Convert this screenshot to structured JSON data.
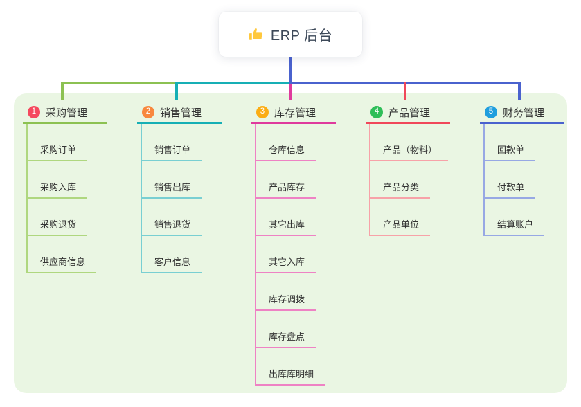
{
  "root": {
    "label": "ERP 后台",
    "icon": "thumbs-up-icon",
    "icon_color": "#ffc83d",
    "connector_color": "#4a62ce",
    "text_color": "#3c4858"
  },
  "panel_color": "#eaf6e3",
  "branches": [
    {
      "badge": "1",
      "title": "采购管理",
      "badge_color": "#f5495e",
      "line_color": "#8cc152",
      "light_color": "#afd77f",
      "children": [
        "采购订单",
        "采购入库",
        "采购退货",
        "供应商信息"
      ]
    },
    {
      "badge": "2",
      "title": "销售管理",
      "badge_color": "#f8883e",
      "line_color": "#16afb5",
      "light_color": "#79cfd2",
      "children": [
        "销售订单",
        "销售出库",
        "销售退货",
        "客户信息"
      ]
    },
    {
      "badge": "3",
      "title": "库存管理",
      "badge_color": "#fbad14",
      "line_color": "#df3a9d",
      "light_color": "#ee82c4",
      "children": [
        "仓库信息",
        "产品库存",
        "其它出库",
        "其它入库",
        "库存调拨",
        "库存盘点",
        "出库库明细"
      ]
    },
    {
      "badge": "4",
      "title": "产品管理",
      "badge_color": "#2ebe58",
      "line_color": "#f0485a",
      "light_color": "#f7a2a8",
      "children": [
        "产品（物料）",
        "产品分类",
        "产品单位"
      ]
    },
    {
      "badge": "5",
      "title": "财务管理",
      "badge_color": "#1f9ede",
      "line_color": "#4a62ce",
      "light_color": "#97a8e4",
      "children": [
        "回款单",
        "付款单",
        "结算账户"
      ]
    }
  ]
}
